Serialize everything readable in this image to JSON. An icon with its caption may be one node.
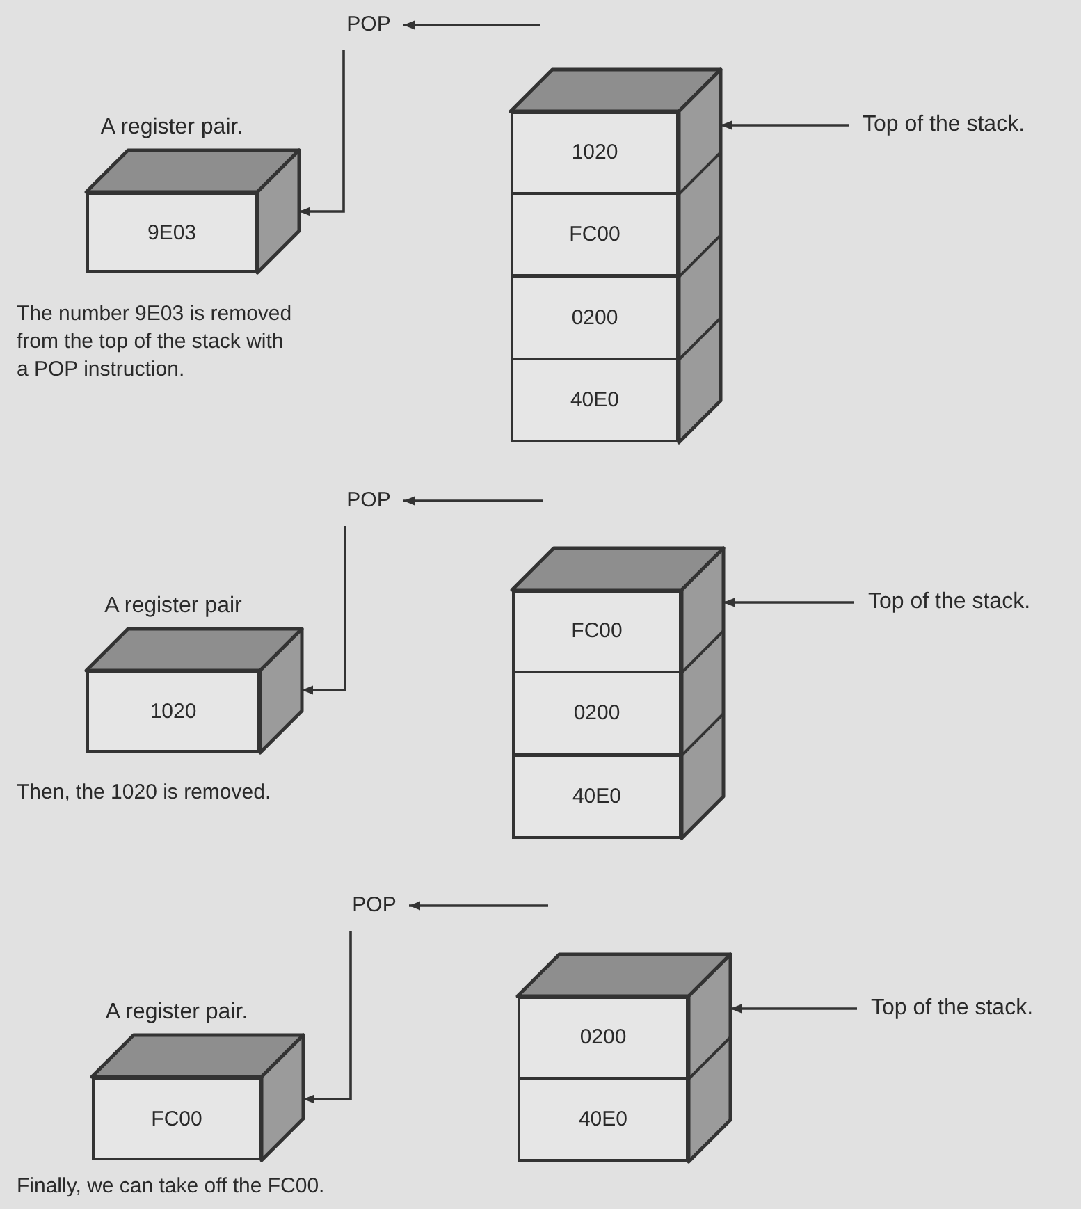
{
  "diagram": {
    "nodes": [
      {
        "text": [
          "POP"
        ]
      },
      {
        "text": [
          "A register pair.",
          "9E03"
        ]
      },
      {
        "text": [],
        "shape": "box"
      },
      {
        "text": [
          "1020"
        ],
        "in": 2
      },
      {
        "text": [
          "FC00"
        ],
        "in": 2
      },
      {
        "text": [
          "0200"
        ],
        "in": 2
      },
      {
        "text": [
          "40E0"
        ],
        "in": 2
      },
      {
        "text": [
          "Top of the stack."
        ]
      },
      {
        "text": [
          "POP"
        ]
      },
      {
        "text": [
          "A register pair",
          "1020"
        ]
      },
      {
        "text": [],
        "shape": "box"
      },
      {
        "text": [
          "FC00"
        ],
        "in": 10
      },
      {
        "text": [
          "0200"
        ],
        "in": 10
      },
      {
        "text": [
          "40E0"
        ],
        "in": 10
      },
      {
        "text": [
          "Top of the stack."
        ]
      },
      {
        "text": [
          "POP"
        ]
      },
      {
        "text": [
          "A register pair.",
          "FC00"
        ]
      },
      {
        "text": [],
        "shape": "box"
      },
      {
        "text": [
          "0200"
        ],
        "in": 17
      },
      {
        "text": [
          "40E0"
        ],
        "in": 17
      },
      {
        "text": [
          "Top of the stack."
        ]
      }
    ],
    "edges": [
      {
        "from": null,
        "to": 0,
        "arrow": "to"
      },
      {
        "from": 0,
        "to": 1,
        "arrow": "to"
      },
      {
        "from": 7,
        "to": 2,
        "arrow": "to"
      },
      {
        "from": null,
        "to": 8,
        "arrow": "to"
      },
      {
        "from": 8,
        "to": 9,
        "arrow": "to"
      },
      {
        "from": 14,
        "to": 10,
        "arrow": "to"
      },
      {
        "from": null,
        "to": 15,
        "arrow": "to"
      },
      {
        "from": 15,
        "to": 16,
        "arrow": "to"
      },
      {
        "from": 20,
        "to": 17,
        "arrow": "to"
      }
    ],
    "labels": [
      "The number 9E03 is removed from the top of the stack with a POP instruction.",
      "Then, the 1020 is removed.",
      "Finally, we can take off the FC00."
    ]
  }
}
